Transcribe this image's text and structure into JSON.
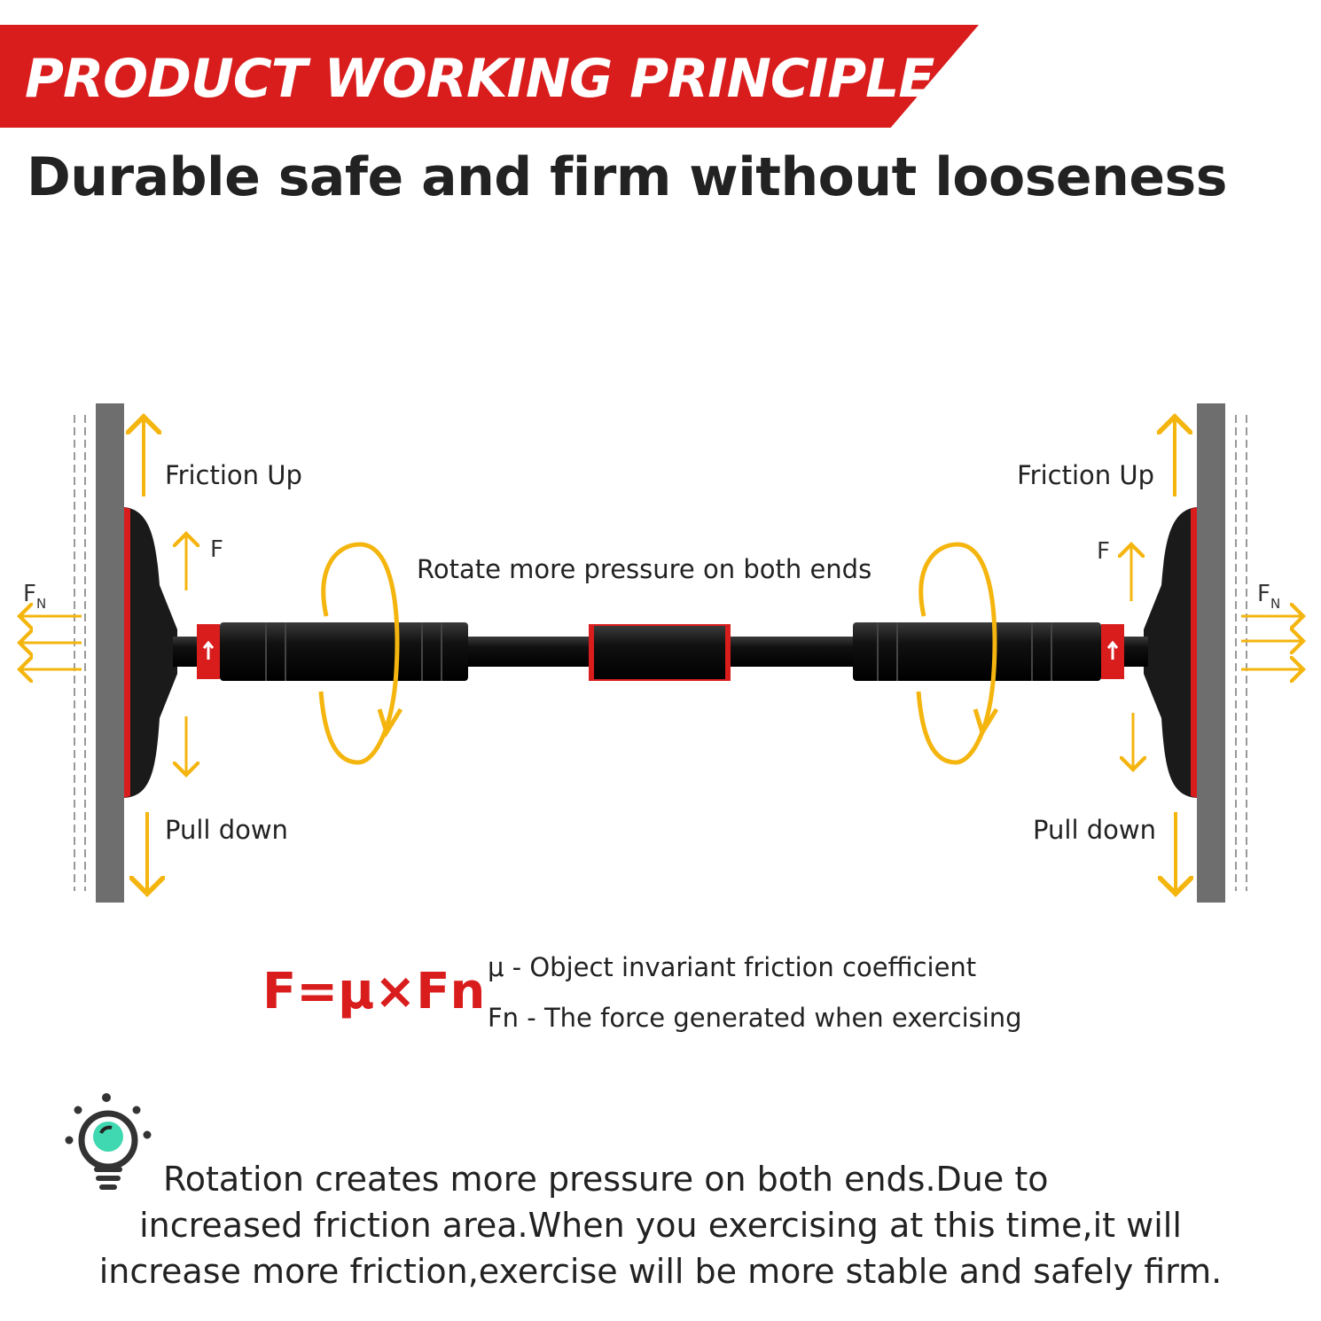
{
  "header": {
    "banner_title": "PRODUCT WORKING PRINCIPLE",
    "subtitle": "Durable safe and firm without looseness"
  },
  "diagram": {
    "friction_up_left": "Friction Up",
    "friction_up_right": "Friction Up",
    "pull_down_left": "Pull down",
    "pull_down_right": "Pull down",
    "rotate_label": "Rotate more pressure on both ends",
    "force_label": "F",
    "normal_force_label": "F",
    "normal_force_subscript": "N"
  },
  "formula": {
    "equation": "F=μ×Fn",
    "definition_mu": "μ - Object invariant friction coefficient",
    "definition_fn": "Fn - The force generated when exercising"
  },
  "tip": {
    "line1": "Rotation creates more pressure on both ends.Due to",
    "line2": "increased friction area.When you exercising at this time,it will",
    "line3": "increase more friction,exercise will be more stable and safely firm."
  },
  "colors": {
    "brand_red": "#d91c1c",
    "arrow_yellow": "#f5b50f",
    "bar_black": "#141414",
    "wall_gray": "#6e6e6e",
    "bulb_teal": "#3fd8b0"
  },
  "icons": [
    "lightbulb-icon",
    "rotation-arrow-icon",
    "force-arrow-icon"
  ]
}
